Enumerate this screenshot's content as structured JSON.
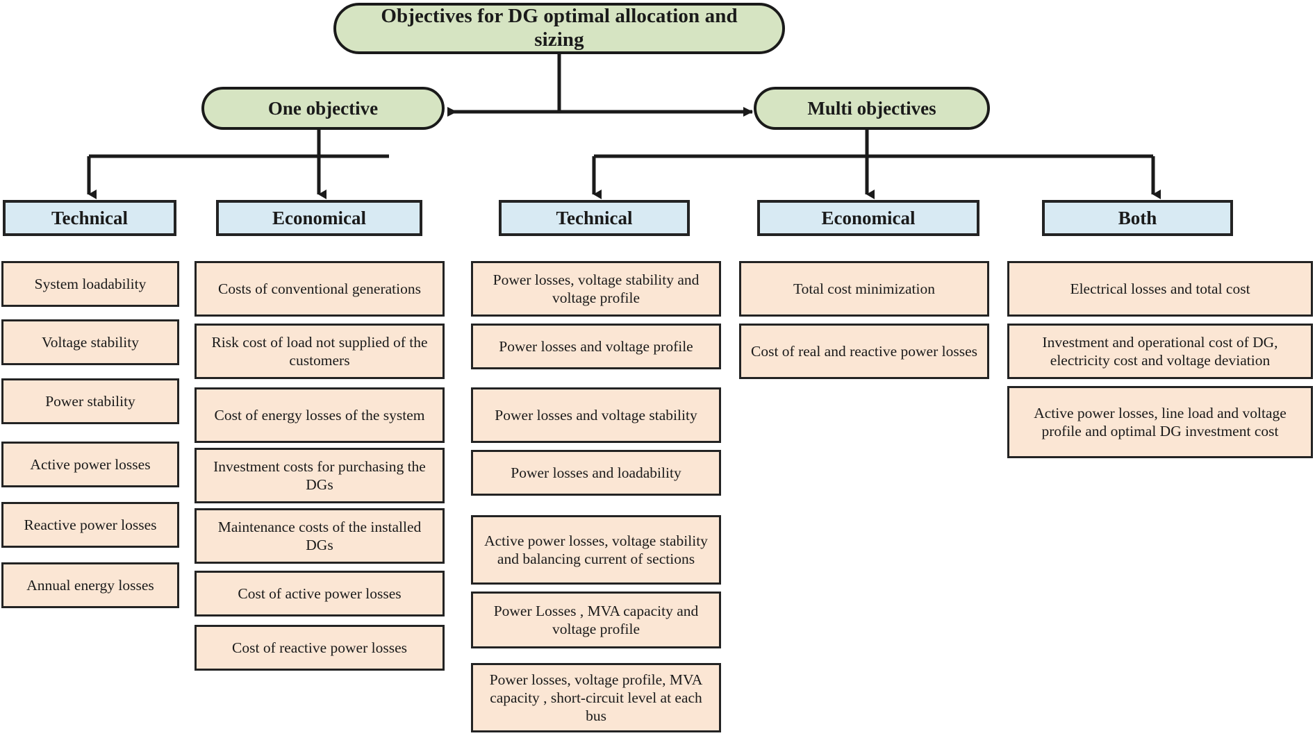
{
  "diagram": {
    "title": "Objectives for DG optimal allocation and sizing",
    "colors": {
      "root_fill": "#d6e4c2",
      "branch_fill": "#d6e4c2",
      "header_fill": "#d8eaf3",
      "item_fill": "#fbe6d4",
      "stroke": "#1a1a1a",
      "background": "#ffffff"
    },
    "branches": {
      "one": "One objective",
      "multi": "Multi  objectives"
    },
    "headers": {
      "one_technical": "Technical",
      "one_economical": "Economical",
      "multi_technical": "Technical",
      "multi_economical": "Economical",
      "multi_both": "Both"
    },
    "columns": {
      "one_technical": [
        "System loadability",
        "Voltage stability",
        "Power stability",
        "Active power losses",
        "Reactive power losses",
        "Annual energy losses"
      ],
      "one_economical": [
        "Costs of conventional generations",
        "Risk cost of load not supplied of the customers",
        "Cost of energy losses of the system",
        "Investment costs for purchasing the DGs",
        "Maintenance costs of the installed DGs",
        "Cost of active power losses",
        "Cost of reactive power losses"
      ],
      "multi_technical": [
        "Power losses, voltage stability and voltage profile",
        "Power losses and voltage profile",
        "Power losses and voltage stability",
        "Power losses and loadability",
        "Active power losses, voltage stability and balancing current of sections",
        "Power Losses , MVA capacity and voltage profile",
        "Power losses, voltage profile, MVA capacity , short-circuit level at each bus"
      ],
      "multi_economical": [
        "Total cost minimization",
        "Cost of real and reactive power losses"
      ],
      "multi_both": [
        "Electrical losses and total cost",
        "Investment and operational  cost of DG, electricity cost and voltage deviation",
        "Active power losses, line load and voltage profile and optimal DG investment cost"
      ]
    }
  }
}
